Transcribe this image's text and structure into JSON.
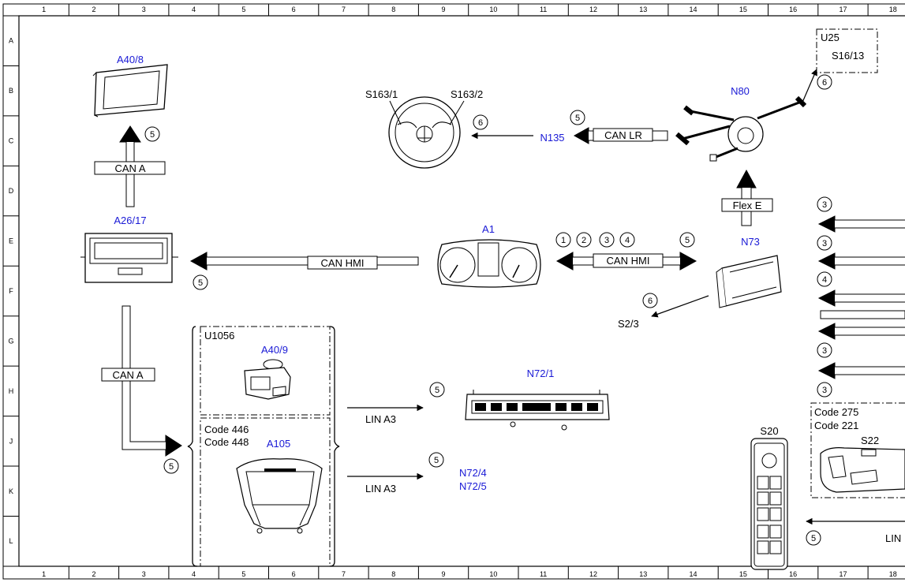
{
  "colors": {
    "component_ref": "#1a1ad6",
    "line": "#000000",
    "background": "#ffffff"
  },
  "frame": {
    "columns": [
      "1",
      "2",
      "3",
      "4",
      "5",
      "6",
      "7",
      "8",
      "9",
      "10",
      "11",
      "12",
      "13",
      "14",
      "15",
      "16",
      "17",
      "18"
    ],
    "rows": [
      "A",
      "B",
      "C",
      "D",
      "E",
      "F",
      "G",
      "H",
      "J",
      "K",
      "L"
    ]
  },
  "components": {
    "a40_8": "A40/8",
    "a26_17": "A26/17",
    "a1": "A1",
    "n135": "N135",
    "n80": "N80",
    "n73": "N73",
    "n72_1": "N72/1",
    "n72_4": "N72/4",
    "n72_5": "N72/5",
    "a40_9": "A40/9",
    "a105": "A105"
  },
  "labels": {
    "u25": "U25",
    "s16_13": "S16/13",
    "s163_1": "S163/1",
    "s163_2": "S163/2",
    "s2_3": "S2/3",
    "u1056": "U1056",
    "code446": "Code 446",
    "code448": "Code 448",
    "code275": "Code 275",
    "code221": "Code 221",
    "s20": "S20",
    "s22": "S22",
    "lin_a3_top": "LIN A3",
    "lin_a3_bottom": "LIN A3",
    "lin_cut": "LIN"
  },
  "buses": {
    "can_a_top": "CAN A",
    "can_a_left": "CAN A",
    "can_hmi_left": "CAN HMI",
    "can_hmi_right": "CAN HMI",
    "can_lr": "CAN LR",
    "flex_e": "Flex E"
  },
  "circles": {
    "c_a40_8": "5",
    "c_a26_17": "5",
    "c_sw": "6",
    "c_canlr": "5",
    "c_u25": "6",
    "c_a1_1": "1",
    "c_a1_2": "2",
    "c_a1_3": "3",
    "c_a1_4": "4",
    "c_a1_5": "5",
    "c_s2_3": "6",
    "c_r1": "3",
    "c_r2": "3",
    "c_r3": "4",
    "c_r4": "3",
    "c_r5": "3",
    "c_can_a": "5",
    "c_n72_1": "5",
    "c_n72_4": "5",
    "c_s20": "5"
  }
}
